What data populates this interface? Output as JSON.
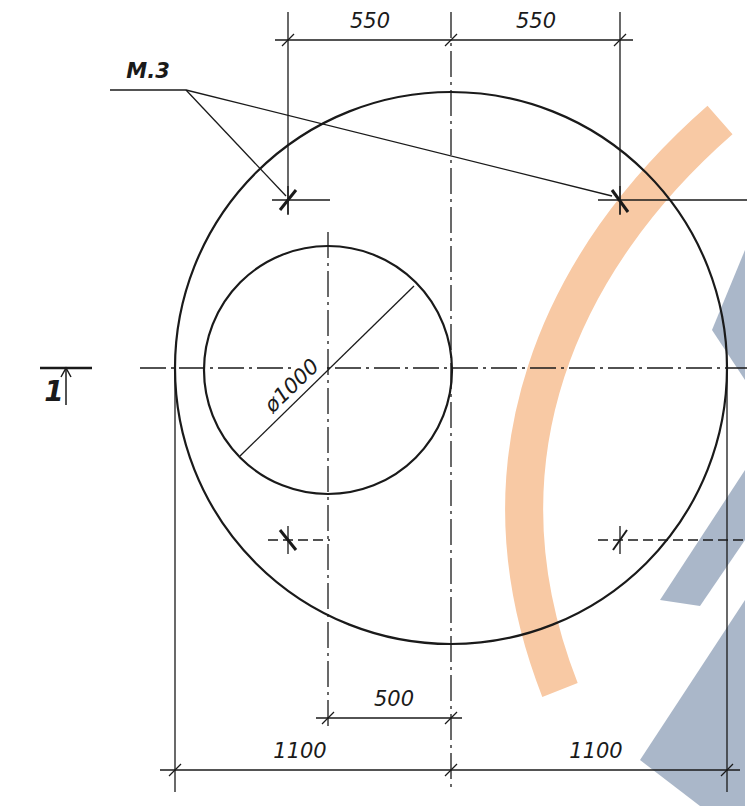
{
  "diagram": {
    "labels": [
      "550",
      "550",
      "М.3",
      "ø1000",
      "1",
      "500",
      "1100",
      "1100"
    ]
  }
}
